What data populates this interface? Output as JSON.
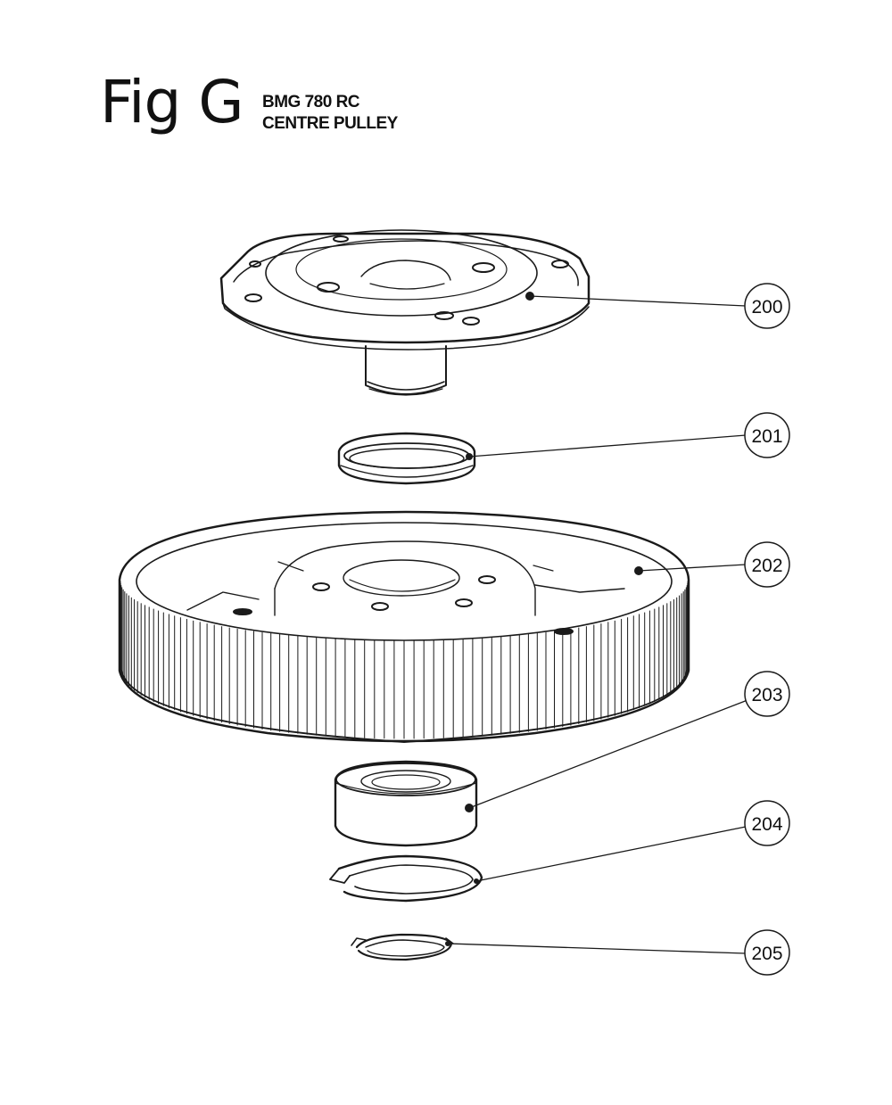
{
  "figure": {
    "title": "Fig G",
    "model": "BMG 780 RC",
    "assembly": "CENTRE PULLEY"
  },
  "parts": [
    {
      "number": "200",
      "depicts": "hub-flange"
    },
    {
      "number": "201",
      "depicts": "seal-ring"
    },
    {
      "number": "202",
      "depicts": "toothed-pulley"
    },
    {
      "number": "203",
      "depicts": "bearing"
    },
    {
      "number": "204",
      "depicts": "circlip"
    },
    {
      "number": "205",
      "depicts": "small-circlip"
    }
  ],
  "colors": {
    "line": "#1a1a1a",
    "background": "#ffffff"
  }
}
